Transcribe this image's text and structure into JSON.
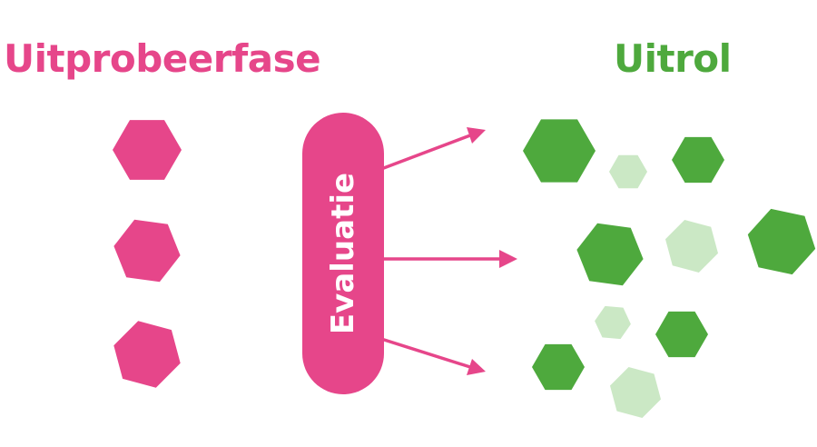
{
  "titles": {
    "left": "Uitprobeerfase",
    "right": "Uitrol"
  },
  "center": {
    "label": "Evaluatie"
  },
  "colors": {
    "pink": "#e6468a",
    "green": "#4ea93d",
    "light_green": "#cbe8c5",
    "background": "#ffffff"
  },
  "left_nodes": [
    {
      "shape": "hexagon",
      "color": "pink"
    },
    {
      "shape": "hexagon",
      "color": "pink"
    },
    {
      "shape": "hexagon",
      "color": "pink"
    }
  ],
  "right_nodes": [
    {
      "shape": "hexagon",
      "color": "green"
    },
    {
      "shape": "hexagon",
      "color": "light_green"
    },
    {
      "shape": "hexagon",
      "color": "green"
    },
    {
      "shape": "hexagon",
      "color": "green"
    },
    {
      "shape": "hexagon",
      "color": "light_green"
    },
    {
      "shape": "hexagon",
      "color": "green"
    },
    {
      "shape": "hexagon",
      "color": "light_green"
    },
    {
      "shape": "hexagon",
      "color": "green"
    },
    {
      "shape": "hexagon",
      "color": "green"
    },
    {
      "shape": "hexagon",
      "color": "light_green"
    }
  ],
  "arrows": [
    {
      "from": "evaluatie",
      "to": "uitrol",
      "direction": "up-right"
    },
    {
      "from": "evaluatie",
      "to": "uitrol",
      "direction": "right"
    },
    {
      "from": "evaluatie",
      "to": "uitrol",
      "direction": "down-right"
    }
  ]
}
